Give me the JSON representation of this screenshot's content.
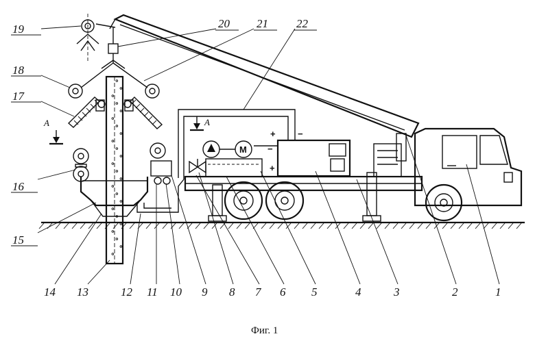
{
  "caption": "Фиг. 1",
  "section_label": "A",
  "motor_label": "M",
  "plus_sign": "+",
  "minus_sign": "−",
  "top_labels": [
    "19",
    "20",
    "21",
    "22",
    "18",
    "17",
    "16",
    "15"
  ],
  "bottom_labels": [
    "14",
    "13",
    "12",
    "11",
    "10",
    "9",
    "8",
    "7",
    "6",
    "5",
    "4",
    "3",
    "2",
    "1"
  ]
}
